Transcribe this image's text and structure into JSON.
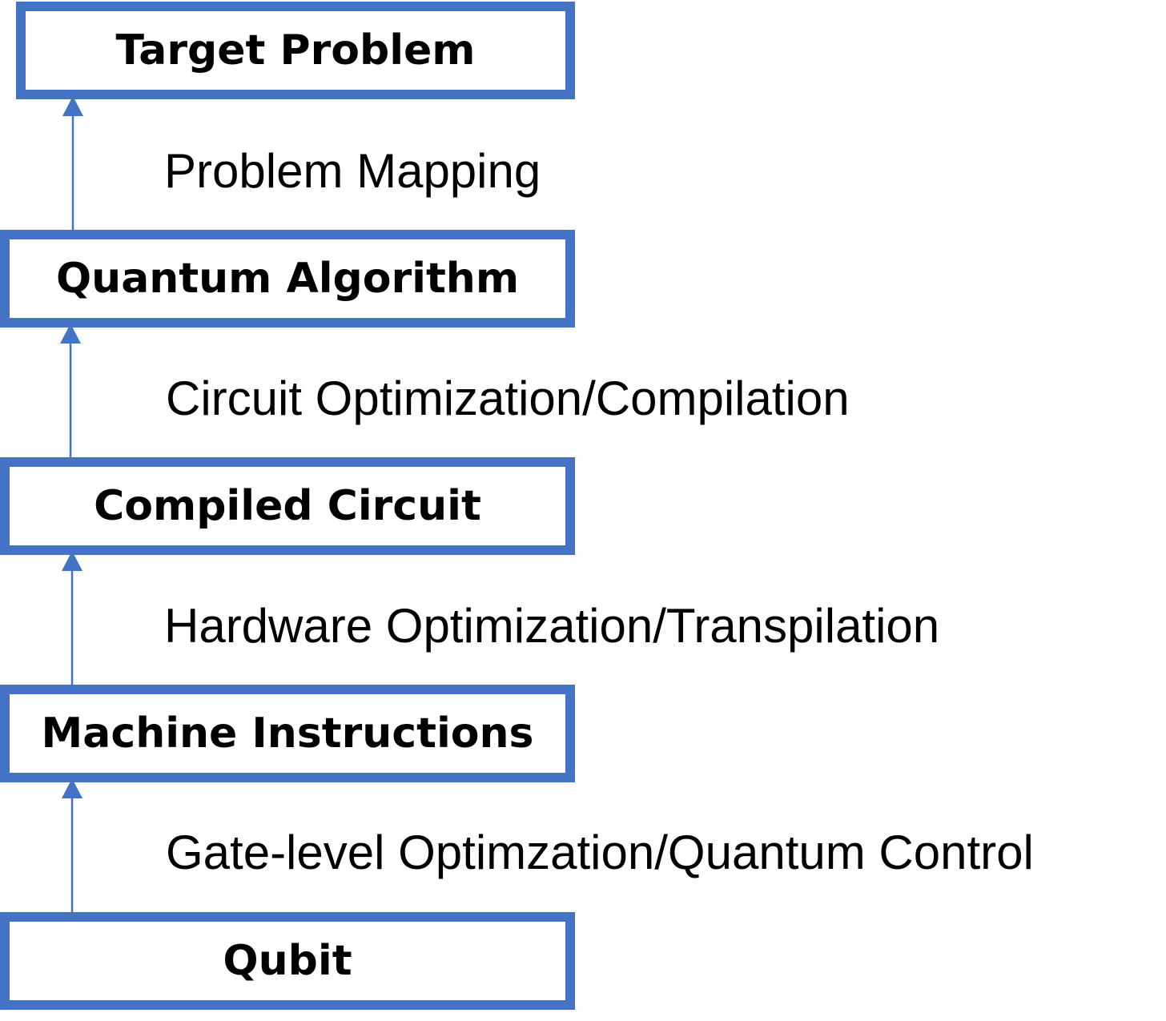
{
  "diagram": {
    "accent_color": "#4472C4",
    "layers": [
      {
        "id": "target-problem",
        "label": "Target Problem"
      },
      {
        "id": "quantum-algorithm",
        "label": "Quantum Algorithm"
      },
      {
        "id": "compiled-circuit",
        "label": "Compiled Circuit"
      },
      {
        "id": "machine-instructions",
        "label": "Machine Instructions"
      },
      {
        "id": "qubit",
        "label": "Qubit"
      }
    ],
    "transitions": [
      {
        "from": "quantum-algorithm",
        "to": "target-problem",
        "label": "Problem Mapping"
      },
      {
        "from": "compiled-circuit",
        "to": "quantum-algorithm",
        "label": "Circuit Optimization/Compilation"
      },
      {
        "from": "machine-instructions",
        "to": "compiled-circuit",
        "label": "Hardware Optimization/Transpilation"
      },
      {
        "from": "qubit",
        "to": "machine-instructions",
        "label": "Gate-level Optimzation/Quantum Control"
      }
    ]
  }
}
